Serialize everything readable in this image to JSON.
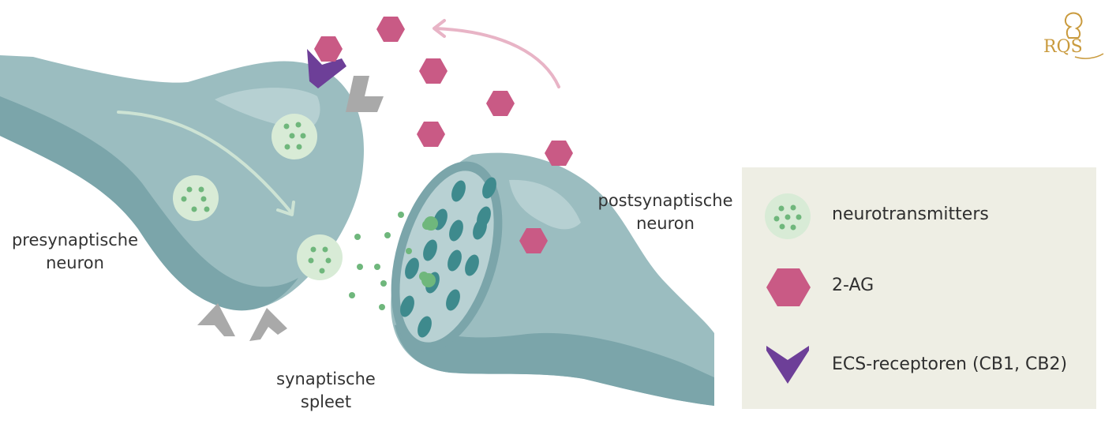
{
  "labels": {
    "presynaptic": [
      "presynaptische",
      "neuron"
    ],
    "postsynaptic": [
      "postsynaptische",
      "neuron"
    ],
    "cleft": [
      "synaptische",
      "spleet"
    ]
  },
  "legend": {
    "items": [
      {
        "icon": "neurotransmitter-vesicle-icon",
        "label": "neurotransmitters"
      },
      {
        "icon": "2-ag-hexagon-icon",
        "label": "2-AG"
      },
      {
        "icon": "ecs-receptor-icon",
        "label": "ECS-receptoren (CB1, CB2)"
      }
    ]
  },
  "logo": {
    "text": "RQS"
  },
  "colors": {
    "neuron": "#9bbdc0",
    "neuron_dark": "#7ba5aa",
    "vesicle": "#d8ebd6",
    "neurotransmitter_dot": "#6fb77c",
    "two_ag": "#c95a85",
    "ecs_receptor": "#6d3f98",
    "other_receptor": "#a9a9a9",
    "retrograde_arrow": "#e8b4c6",
    "legend_bg": "#eeeee4"
  }
}
